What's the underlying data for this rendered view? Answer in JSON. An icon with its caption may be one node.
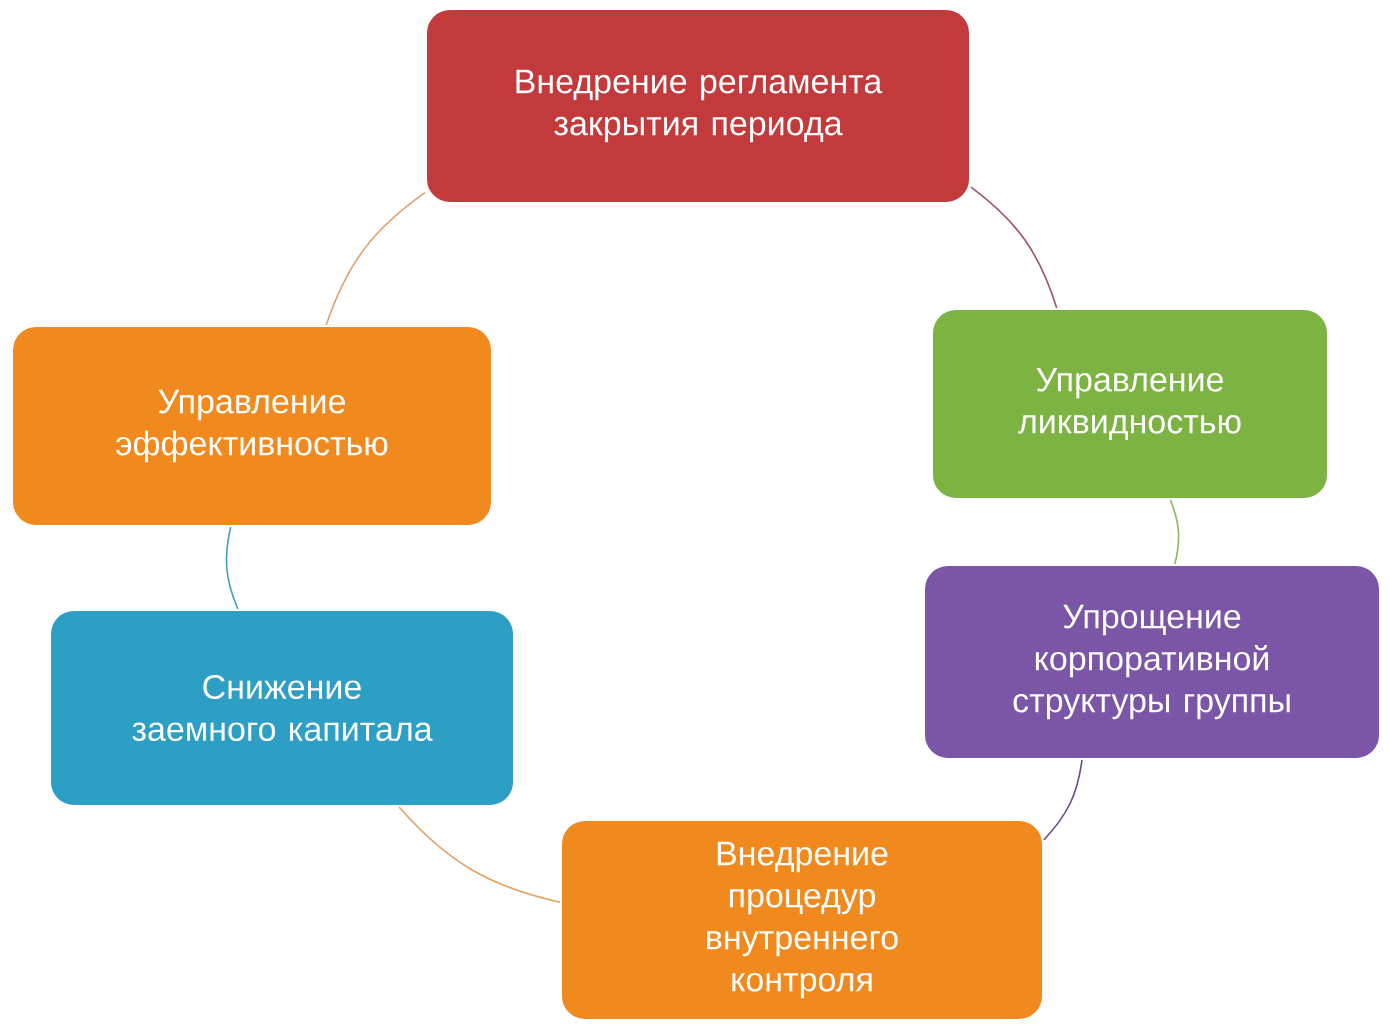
{
  "diagram": {
    "nodes": [
      {
        "text": [
          "Внедрение регламента закрытия периода"
        ]
      },
      {
        "text": [
          "Управление ликвидностью"
        ]
      },
      {
        "text": [
          "Упрощение корпоративной структуры группы"
        ]
      },
      {
        "text": [
          "Внедрение процедур внутреннего контроля"
        ]
      },
      {
        "text": [
          "Снижение заемного капитала"
        ]
      },
      {
        "text": [
          "Управление эффективностью"
        ]
      }
    ],
    "edges": [
      {
        "from": 0,
        "to": 1,
        "arrow": "none",
        "color": "#a0506e"
      },
      {
        "from": 1,
        "to": 2,
        "arrow": "none",
        "color": "#8ab85a"
      },
      {
        "from": 2,
        "to": 3,
        "arrow": "none",
        "color": "#6a4a8a"
      },
      {
        "from": 3,
        "to": 4,
        "arrow": "none",
        "color": "#e8a060"
      },
      {
        "from": 4,
        "to": 5,
        "arrow": "none",
        "color": "#40a0c0"
      },
      {
        "from": 5,
        "to": 0,
        "arrow": "none",
        "color": "#e0a070"
      }
    ]
  }
}
